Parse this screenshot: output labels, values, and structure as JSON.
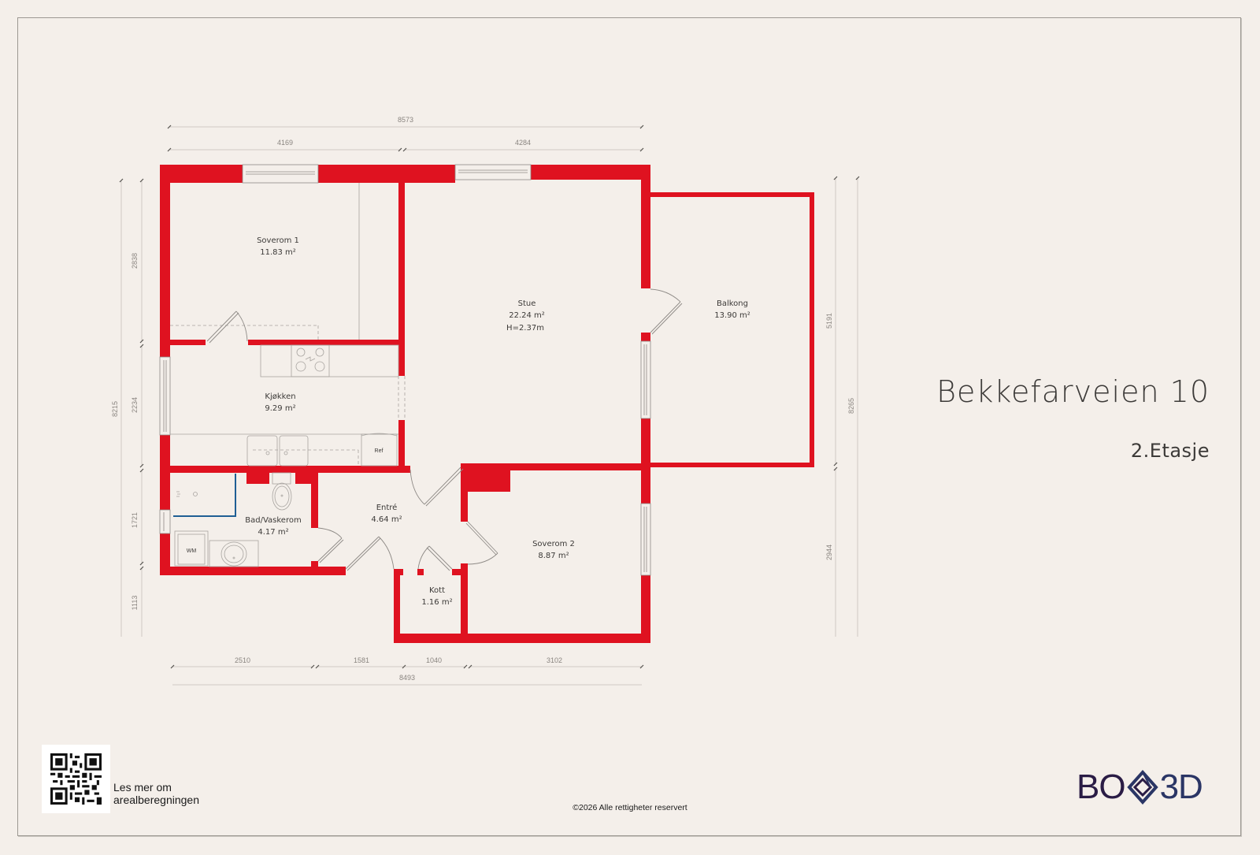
{
  "property": {
    "title": "Bekkefarveien 10",
    "floor": "2.Etasje"
  },
  "colors": {
    "background": "#f4efea",
    "wall": "#df1220",
    "dimension_line": "#cfcac4",
    "text": "#3c3a38",
    "shower_screen": "#1f5f94",
    "logo_dark": "#2a1c45",
    "logo_blue": "#2a3565"
  },
  "dimensions": {
    "top_total": "8573",
    "top_left": "4169",
    "top_right": "4284",
    "bottom_total": "8493",
    "bottom_1": "2510",
    "bottom_2": "1581",
    "bottom_3": "1040",
    "bottom_4": "3102",
    "left_total": "8215",
    "left_1": "2838",
    "left_2": "2234",
    "left_3": "1721",
    "left_4": "1113",
    "right_total": "8265",
    "right_1": "5191",
    "right_2": "2944"
  },
  "rooms": [
    {
      "name": "Soverom 1",
      "area": "11.83 m²"
    },
    {
      "name": "Stue",
      "area": "22.24 m²",
      "height": "H=2.37m"
    },
    {
      "name": "Balkong",
      "area": "13.90 m²"
    },
    {
      "name": "Kjøkken",
      "area": "9.29 m²"
    },
    {
      "name": "Bad/Vaskerom",
      "area": "4.17 m²"
    },
    {
      "name": "Entré",
      "area": "4.64 m²"
    },
    {
      "name": "Soverom 2",
      "area": "8.87 m²"
    },
    {
      "name": "Kott",
      "area": "1.16 m²"
    }
  ],
  "fixtures": {
    "fridge": "Ref",
    "washing_machine": "WM"
  },
  "qr": {
    "caption_line1": "Les mer om",
    "caption_line2": "arealberegningen"
  },
  "footer": {
    "copyright": "©2026 Alle rettigheter reservert"
  },
  "logo": {
    "left": "BO",
    "right": "3D"
  }
}
